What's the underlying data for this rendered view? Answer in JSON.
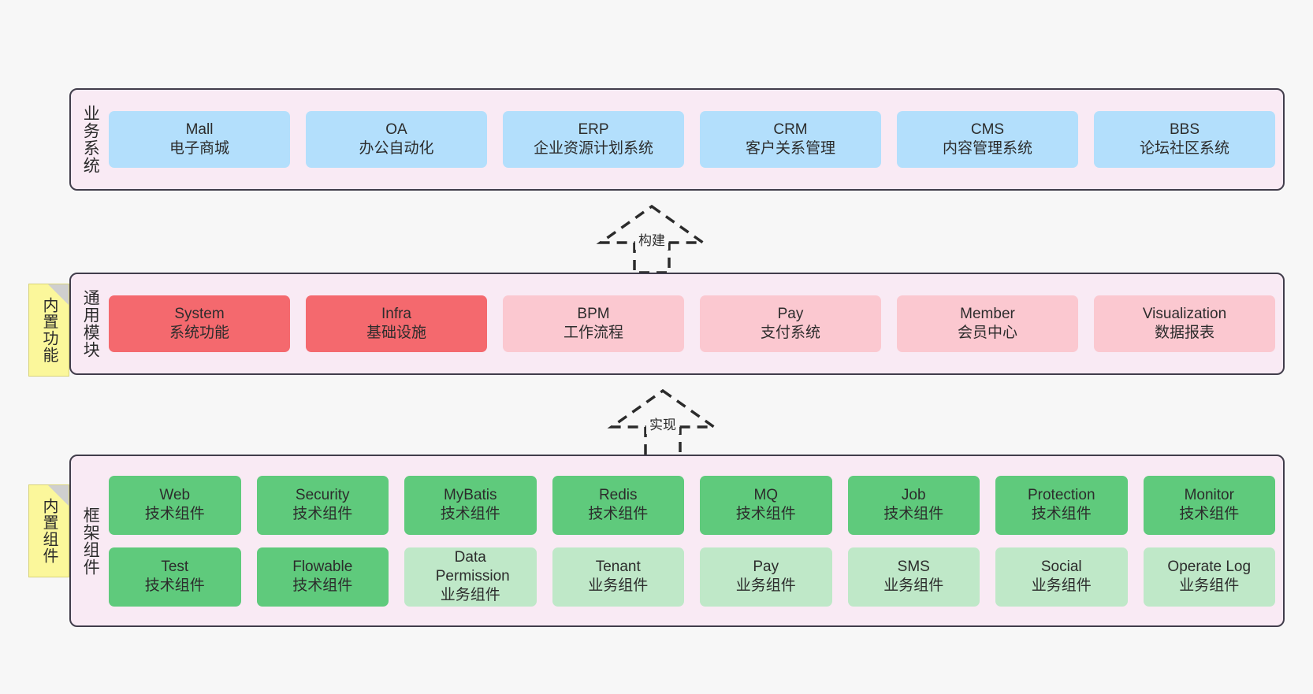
{
  "diagram": {
    "background_color": "#f7f7f7",
    "layer_fill": "#f9eaf4",
    "layer_border": "#413d4b"
  },
  "layers": [
    {
      "id": "business-systems",
      "title": "业务系统",
      "sticky": null,
      "rows": [
        {
          "nodes": [
            {
              "en": "Mall",
              "cn": "电子商城",
              "color": "#b3dffc",
              "variant": "c-blue"
            },
            {
              "en": "OA",
              "cn": "办公自动化",
              "color": "#b3dffc",
              "variant": "c-blue"
            },
            {
              "en": "ERP",
              "cn": "企业资源计划系统",
              "color": "#b3dffc",
              "variant": "c-blue"
            },
            {
              "en": "CRM",
              "cn": "客户关系管理",
              "color": "#b3dffc",
              "variant": "c-blue"
            },
            {
              "en": "CMS",
              "cn": "内容管理系统",
              "color": "#b3dffc",
              "variant": "c-blue"
            },
            {
              "en": "BBS",
              "cn": "论坛社区系统",
              "color": "#b3dffc",
              "variant": "c-blue"
            }
          ]
        }
      ]
    },
    {
      "id": "common-modules",
      "title": "通用模块",
      "sticky": "内置功能",
      "rows": [
        {
          "nodes": [
            {
              "en": "System",
              "cn": "系统功能",
              "color": "#f4696e",
              "variant": "c-red"
            },
            {
              "en": "Infra",
              "cn": "基础设施",
              "color": "#f4696e",
              "variant": "c-red"
            },
            {
              "en": "BPM",
              "cn": "工作流程",
              "color": "#fbc8d0",
              "variant": "c-pink"
            },
            {
              "en": "Pay",
              "cn": "支付系统",
              "color": "#fbc8d0",
              "variant": "c-pink"
            },
            {
              "en": "Member",
              "cn": "会员中心",
              "color": "#fbc8d0",
              "variant": "c-pink"
            },
            {
              "en": "Visualization",
              "cn": "数据报表",
              "color": "#fbc8d0",
              "variant": "c-pink"
            }
          ]
        }
      ]
    },
    {
      "id": "framework-components",
      "title": "框架组件",
      "sticky": "内置组件",
      "rows": [
        {
          "nodes": [
            {
              "en": "Web",
              "cn": "技术组件",
              "color": "#5fca7c",
              "variant": "c-green"
            },
            {
              "en": "Security",
              "cn": "技术组件",
              "color": "#5fca7c",
              "variant": "c-green"
            },
            {
              "en": "MyBatis",
              "cn": "技术组件",
              "color": "#5fca7c",
              "variant": "c-green"
            },
            {
              "en": "Redis",
              "cn": "技术组件",
              "color": "#5fca7c",
              "variant": "c-green"
            },
            {
              "en": "MQ",
              "cn": "技术组件",
              "color": "#5fca7c",
              "variant": "c-green"
            },
            {
              "en": "Job",
              "cn": "技术组件",
              "color": "#5fca7c",
              "variant": "c-green"
            },
            {
              "en": "Protection",
              "cn": "技术组件",
              "color": "#5fca7c",
              "variant": "c-green"
            },
            {
              "en": "Monitor",
              "cn": "技术组件",
              "color": "#5fca7c",
              "variant": "c-green"
            }
          ]
        },
        {
          "nodes": [
            {
              "en": "Test",
              "cn": "技术组件",
              "color": "#5fca7c",
              "variant": "c-green"
            },
            {
              "en": "Flowable",
              "cn": "技术组件",
              "color": "#5fca7c",
              "variant": "c-green"
            },
            {
              "en": "Data Permission",
              "cn": "业务组件",
              "color": "#bfe8c8",
              "variant": "c-lightgreen"
            },
            {
              "en": "Tenant",
              "cn": "业务组件",
              "color": "#bfe8c8",
              "variant": "c-lightgreen"
            },
            {
              "en": "Pay",
              "cn": "业务组件",
              "color": "#bfe8c8",
              "variant": "c-lightgreen"
            },
            {
              "en": "SMS",
              "cn": "业务组件",
              "color": "#bfe8c8",
              "variant": "c-lightgreen"
            },
            {
              "en": "Social",
              "cn": "业务组件",
              "color": "#bfe8c8",
              "variant": "c-lightgreen"
            },
            {
              "en": "Operate Log",
              "cn": "业务组件",
              "color": "#bfe8c8",
              "variant": "c-lightgreen"
            }
          ]
        }
      ]
    }
  ],
  "connectors": [
    {
      "id": "build",
      "label": "构建",
      "from": "common-modules",
      "to": "business-systems"
    },
    {
      "id": "implement",
      "label": "实现",
      "from": "framework-components",
      "to": "common-modules"
    }
  ]
}
